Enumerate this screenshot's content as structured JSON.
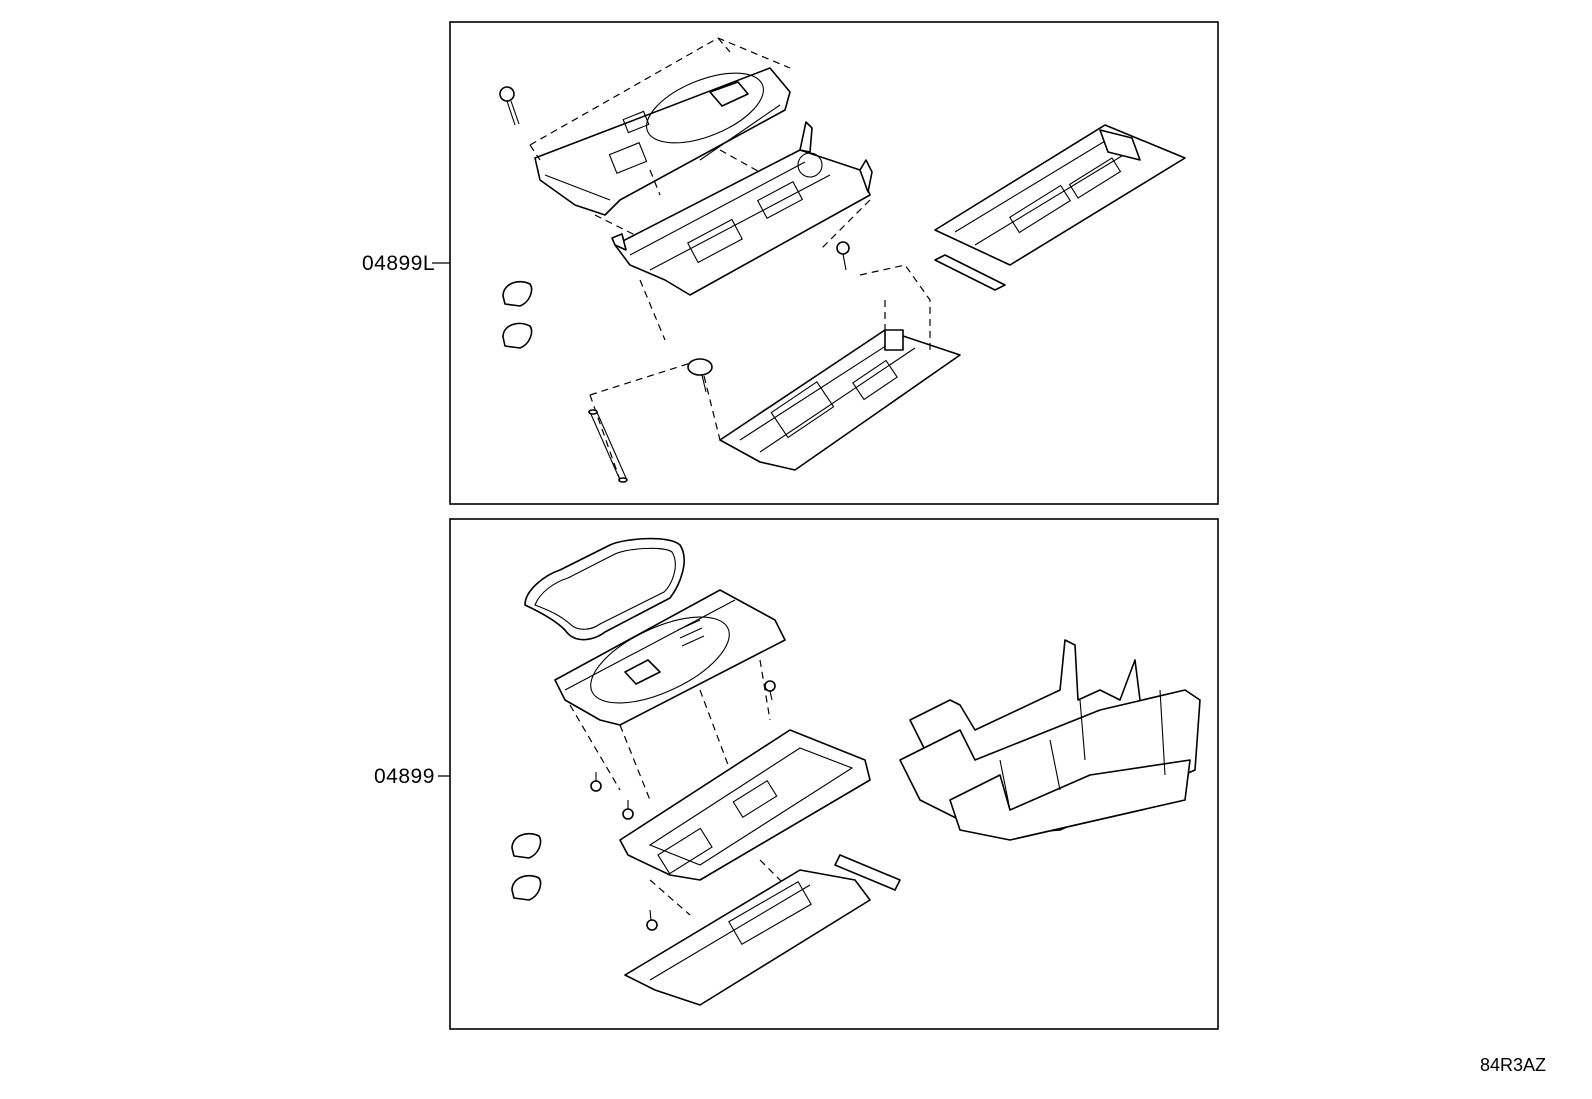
{
  "callouts": {
    "upper_kit": "04899L",
    "lower_kit": "04899"
  },
  "figure_code": "84R3AZ"
}
